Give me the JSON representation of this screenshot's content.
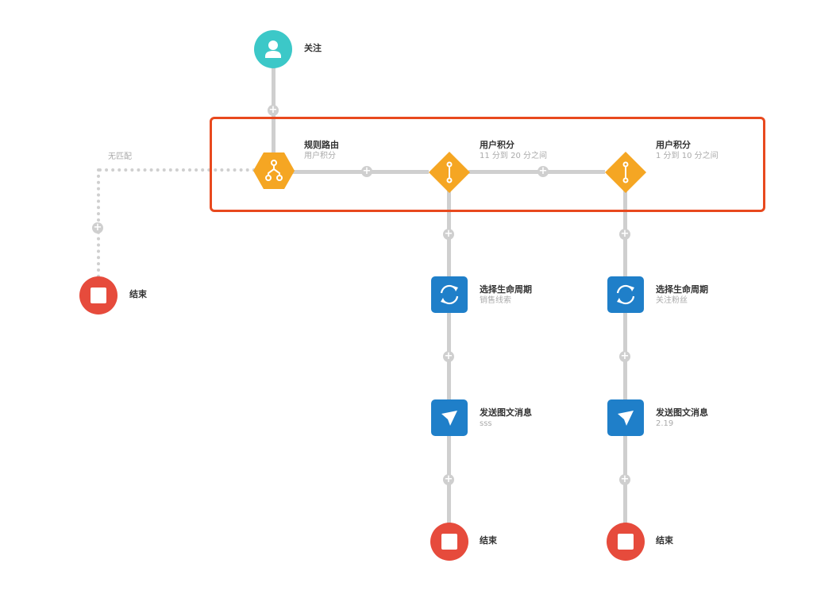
{
  "colors": {
    "trigger": "#3cc8c8",
    "router": "#f5a623",
    "action": "#1f7fc9",
    "end": "#e64b3c",
    "connector": "#cfcfcf",
    "highlight": "#e8491e"
  },
  "trigger": {
    "title": "关注",
    "icon": "user-icon"
  },
  "router": {
    "title": "规则路由",
    "subtitle": "用户积分",
    "icon": "branch-icon"
  },
  "no_match": {
    "label": "无匹配"
  },
  "branches": [
    {
      "title": "用户积分",
      "subtitle": "11 分到 20 分之间"
    },
    {
      "title": "用户积分",
      "subtitle": "1 分到 10 分之间"
    }
  ],
  "lifecycle_nodes": [
    {
      "title": "选择生命周期",
      "subtitle": "销售线索",
      "icon": "refresh-icon"
    },
    {
      "title": "选择生命周期",
      "subtitle": "关注粉丝",
      "icon": "refresh-icon"
    }
  ],
  "message_nodes": [
    {
      "title": "发送图文消息",
      "subtitle": "sss",
      "icon": "send-icon"
    },
    {
      "title": "发送图文消息",
      "subtitle": "2.19",
      "icon": "send-icon"
    }
  ],
  "end_nodes": [
    {
      "title": "结束"
    },
    {
      "title": "结束"
    },
    {
      "title": "结束"
    }
  ],
  "add_step_symbol": "+"
}
